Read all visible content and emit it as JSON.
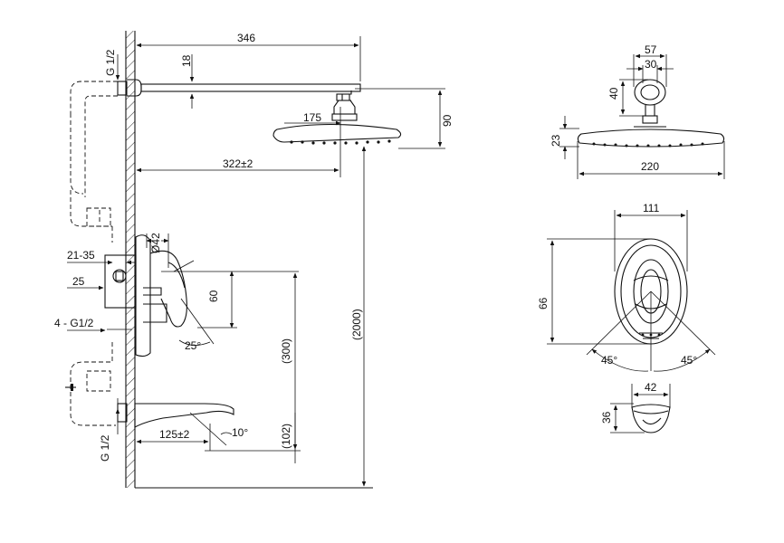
{
  "diagram": {
    "labels": {
      "g_top": "G 1/2",
      "d18": "18",
      "d346": "346",
      "d90": "90",
      "d175": "175",
      "d322": "322±2",
      "d42": "Ø42",
      "d21_35": "21-35",
      "d25": "25",
      "d60": "60",
      "d4g": "4 - G1/2",
      "a25": "25°",
      "d300": "(300)",
      "d2000": "(2000)",
      "d102": "(102)",
      "d125": "125±2",
      "a10": "10°",
      "g_bottom": "G 1/2",
      "d57": "57",
      "d30": "30",
      "d40": "40",
      "d23": "23",
      "d220": "220",
      "d111": "111",
      "d66": "66",
      "a45l": "45°",
      "a45r": "45°",
      "d42b": "42",
      "d36": "36"
    }
  }
}
